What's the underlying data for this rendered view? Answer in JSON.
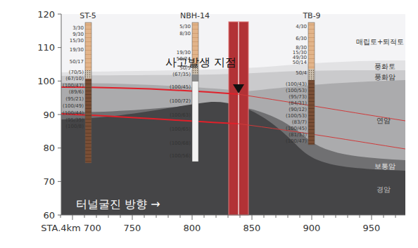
{
  "diagram": {
    "labels": [
      "120",
      "110",
      "100",
      "90",
      "80",
      "70",
      "60",
      "STA.4km 700",
      "750",
      "800",
      "850",
      "900",
      "950",
      "ST-5",
      "NBH-14",
      "TB-9",
      "매립토+퇴적토",
      "풍화토",
      "풍화암",
      "연암",
      "보통암",
      "경암",
      "사고발생 지점",
      "터널굴진 방향 →",
      "3/30",
      "9/30",
      "15/30",
      "19/30",
      "50/17",
      "(70/5)",
      "(67/10)",
      "(100/47)",
      "(89/6)",
      "(95/21)",
      "(100/49)",
      "(100/44)",
      "(95/35)",
      "(100/8)",
      "5/30",
      "8/30",
      "19/30",
      "50/24",
      "50/5",
      "(67/35)",
      "(100/45)",
      "(100/72)",
      "(100/63)",
      "(100/65)",
      "(100/68)",
      "(100/56)",
      "4/30",
      "6/30",
      "8/30",
      "15/30",
      "49/30",
      "50/14",
      "50/4",
      "(100/43)",
      "(100/53)",
      "(95/73)",
      "(84/31)",
      "(90/12)",
      "(100/53)",
      "(83/7)",
      "(100/45)",
      "(81/33)",
      "(100/47)"
    ]
  }
}
